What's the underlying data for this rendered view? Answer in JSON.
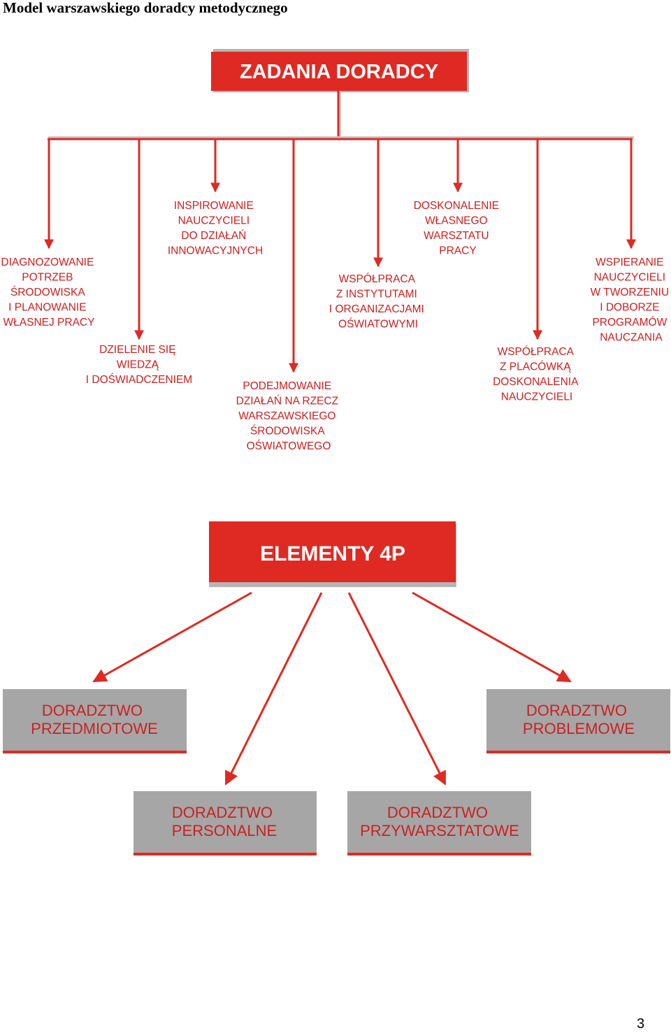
{
  "title": "Model warszawskiego doradcy metodycznego",
  "tasks_diagram": {
    "header": "ZADANIA DORADCY",
    "tasks": [
      {
        "lines": [
          "DIAGNOZOWANIE",
          "POTRZEB",
          "ŚRODOWISKA",
          "I PLANOWANIE",
          "WŁASNEJ PRACY"
        ]
      },
      {
        "lines": [
          "DZIELENIE SIĘ",
          "WIEDZĄ",
          "I DOŚWIADCZENIEM"
        ]
      },
      {
        "lines": [
          "INSPIROWANIE",
          "NAUCZYCIELI",
          "DO DZIAŁAŃ",
          "INNOWACYJNYCH"
        ]
      },
      {
        "lines": [
          "PODEJMOWANIE",
          "DZIAŁAŃ NA RZECZ",
          "WARSZAWSKIEGO",
          "ŚRODOWISKA",
          "OŚWIATOWEGO"
        ]
      },
      {
        "lines": [
          "WSPÓŁPRACA",
          "Z INSTYTUTAMI",
          "I ORGANIZACJAMI",
          "OŚWIATOWYMI"
        ]
      },
      {
        "lines": [
          "DOSKONALENIE",
          "WŁASNEGO",
          "WARSZTATU",
          "PRACY"
        ]
      },
      {
        "lines": [
          "WSPÓŁPRACA",
          "Z PLACÓWKĄ",
          "DOSKONALENIA",
          "NAUCZYCIELI"
        ]
      },
      {
        "lines": [
          "WSPIERANIE",
          "NAUCZYCIELI",
          "W TWORZENIU",
          "I DOBORZE",
          "PROGRAMÓW",
          "NAUCZANIA"
        ]
      }
    ]
  },
  "elements_diagram": {
    "header": "ELEMENTY 4P",
    "boxes": [
      {
        "lines": [
          "DORADZTWO",
          "PRZEDMIOTOWE"
        ]
      },
      {
        "lines": [
          "DORADZTWO",
          "PROBLEMOWE"
        ]
      },
      {
        "lines": [
          "DORADZTWO",
          "PERSONALNE"
        ]
      },
      {
        "lines": [
          "DORADZTWO",
          "PRZYWARSZTATOWE"
        ]
      }
    ]
  },
  "page_number": "3",
  "colors": {
    "accent": "#de2a22",
    "text_red": "#cc2020",
    "box_grey": "#a6a6a6",
    "shadow": "#b5b5b5"
  }
}
